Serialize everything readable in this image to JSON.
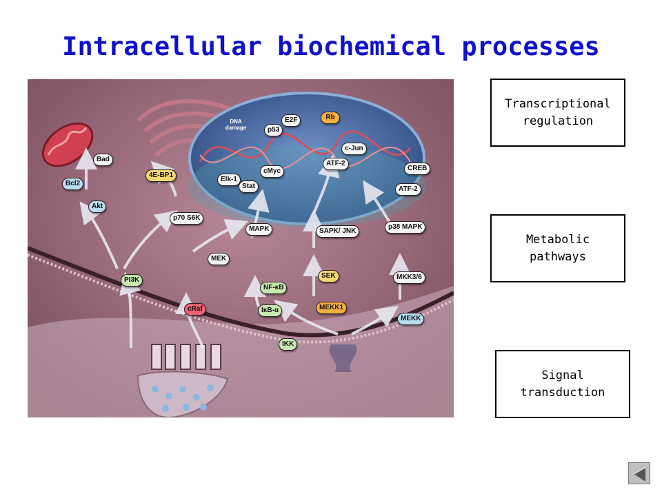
{
  "title": "Intracellular biochemical processes",
  "labels": {
    "transcriptional": "Transcriptional regulation",
    "metabolic": "Metabolic pathways",
    "signal": "Signal transduction"
  },
  "figure": {
    "nodes": {
      "rb": "Rb",
      "p53": "p53",
      "e2f": "E2F",
      "dna_damage": "DNA damage",
      "cjun": "c-Jun",
      "atf2_a": "ATF-2",
      "creb": "CREB",
      "atf2_b": "ATF-2",
      "cmyc": "cMyc",
      "elk1": "Elk-1",
      "stat": "Stat",
      "bad": "Bad",
      "bcl2": "Bcl2",
      "bp1": "4E-BP1",
      "akt": "Akt",
      "p70": "p70 S6K",
      "mapk": "MAPK",
      "sapk": "SAPK/ JNK",
      "p38": "p38 MAPK",
      "mek": "MEK",
      "nfkb": "NF-κB",
      "sek": "SEK",
      "mkk": "MKK3/6",
      "pi3k": "PI3K",
      "craf": "cRaf",
      "ikba": "IκB-α",
      "mekk1": "MEKK1",
      "mekk": "MEKK",
      "ikk": "IKK"
    },
    "colors": {
      "background": "#3a2430",
      "cytoplasm": "#9a6878",
      "nucleus": "#4a6aa0",
      "membrane": "#c8a0b0",
      "node_white": "#f4f4f4",
      "node_blue": "#b8ddf0",
      "node_yellow": "#f5d770",
      "node_red": "#f06070",
      "node_green": "#c8e8b0",
      "node_orange": "#f5b040"
    }
  },
  "nav": {
    "icon": "back-arrow-icon"
  }
}
